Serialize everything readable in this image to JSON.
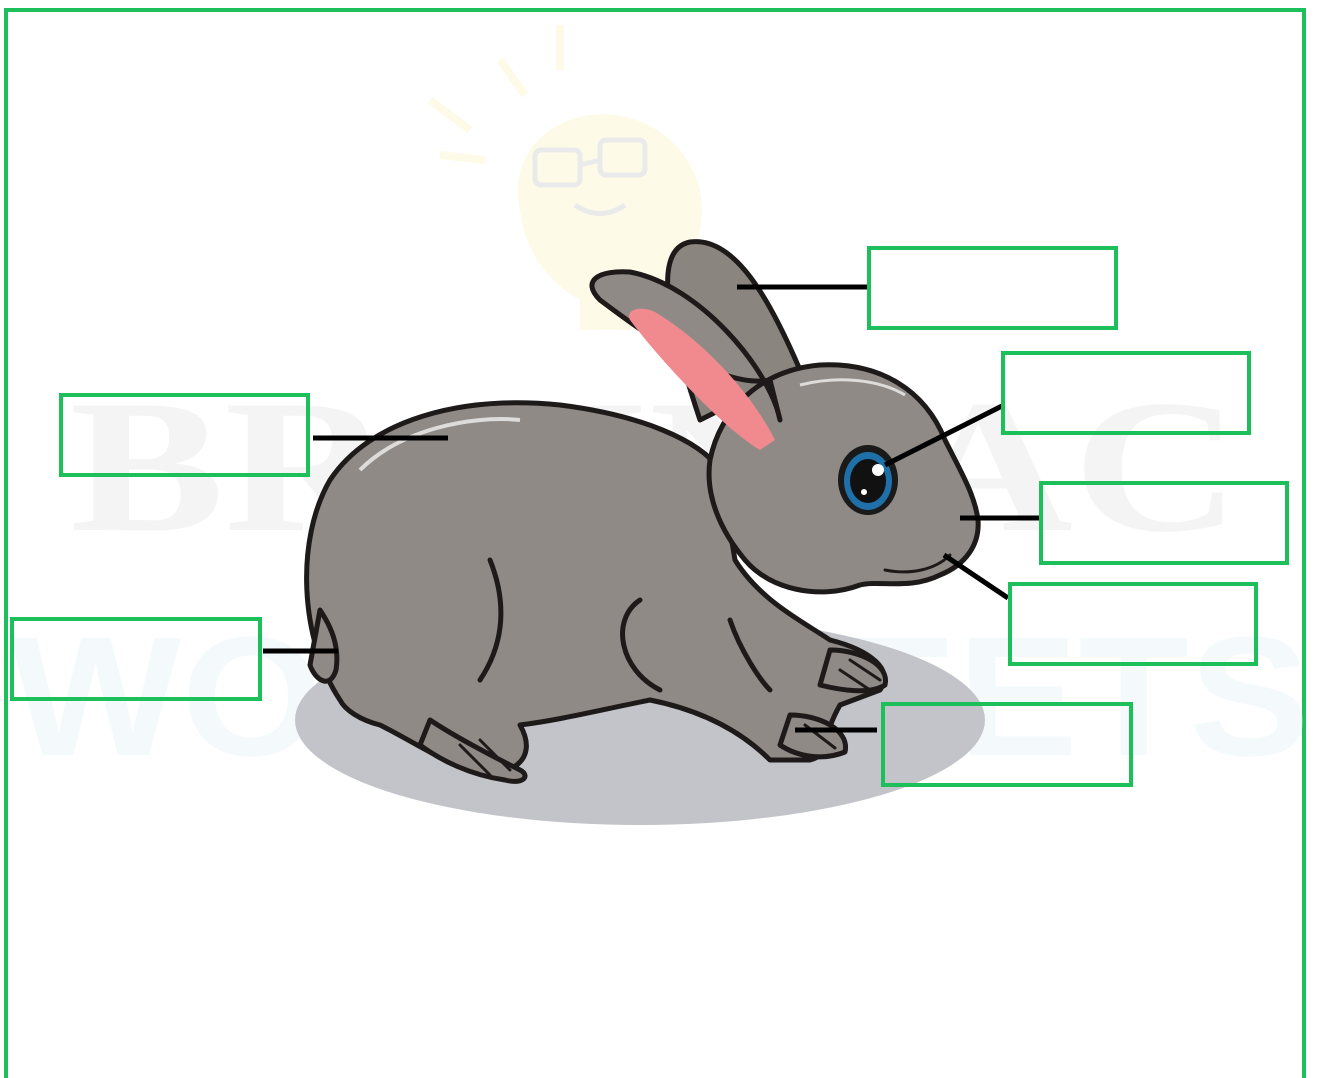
{
  "watermark": {
    "line1": "BRAINIAC",
    "line2": "WORKSHEETS"
  },
  "colors": {
    "box_border": "#1dbf5a",
    "rabbit_fur": "#8f8a85",
    "rabbit_outline": "#1f1a1a",
    "inner_ear": "#f08a8e",
    "eye": "#1f6fa8",
    "shadow": "#b9bac0",
    "leader_line": "#000000"
  },
  "labels": [
    {
      "part": "ear",
      "answer": ""
    },
    {
      "part": "eye",
      "answer": ""
    },
    {
      "part": "nose",
      "answer": ""
    },
    {
      "part": "mouth",
      "answer": ""
    },
    {
      "part": "paw",
      "answer": ""
    },
    {
      "part": "body",
      "answer": ""
    },
    {
      "part": "tail",
      "answer": ""
    }
  ]
}
